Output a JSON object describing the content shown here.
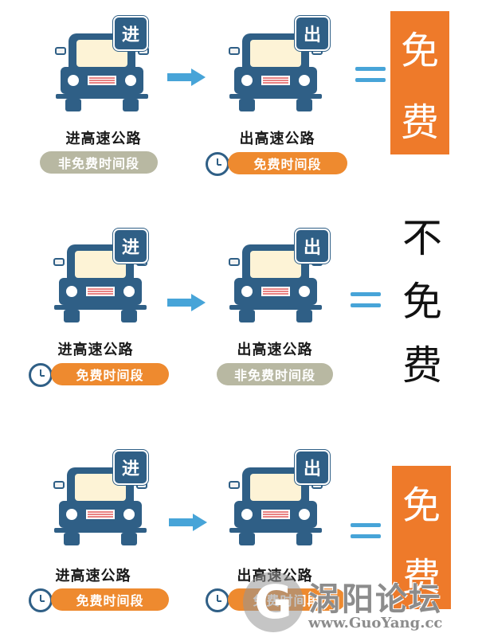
{
  "rows": [
    {
      "entry": {
        "tag": "进",
        "caption": "进高速公路",
        "period": "非免费时间段",
        "period_style": "grey",
        "has_clock": false
      },
      "exit": {
        "tag": "出",
        "caption": "出高速公路",
        "period": "免费时间段",
        "period_style": "orange",
        "has_clock": true
      },
      "result": {
        "chars": [
          "免",
          "费"
        ],
        "boxed": true
      }
    },
    {
      "entry": {
        "tag": "进",
        "caption": "进高速公路",
        "period": "免费时间段",
        "period_style": "orange",
        "has_clock": true
      },
      "exit": {
        "tag": "出",
        "caption": "出高速公路",
        "period": "非免费时间段",
        "period_style": "grey",
        "has_clock": false
      },
      "result": {
        "chars": [
          "不",
          "免",
          "费"
        ],
        "boxed": false
      }
    },
    {
      "entry": {
        "tag": "进",
        "caption": "进高速公路",
        "period": "免费时间段",
        "period_style": "orange",
        "has_clock": true
      },
      "exit": {
        "tag": "出",
        "caption": "出高速公路",
        "period": "免费时间段",
        "period_style": "orange",
        "has_clock": true
      },
      "result": {
        "chars": [
          "免",
          "费"
        ],
        "boxed": true
      }
    }
  ],
  "colors": {
    "car_body": "#2f5f86",
    "car_window": "#fdf3d6",
    "arrow": "#47a4d8",
    "orange": "#ee8a2f",
    "grey_pill": "#b8b8a2",
    "result_box": "#ee7a2a"
  },
  "watermark": {
    "logo_letter": "G",
    "title": "涡阳论坛",
    "url": "www.GuoYang.cc"
  }
}
